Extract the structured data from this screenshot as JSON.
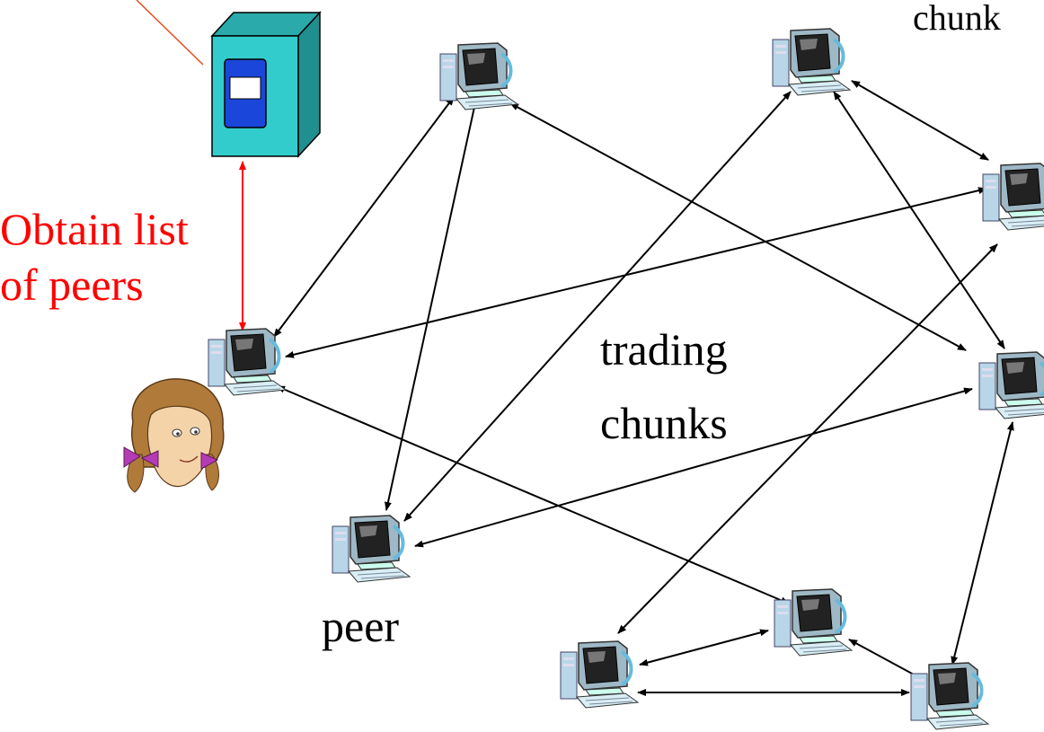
{
  "labels": {
    "top_right": "chunk",
    "obtain_line1": "Obtain list",
    "obtain_line2": "of peers",
    "trading_line1": "trading",
    "trading_line2": "chunks",
    "peer": "peer"
  },
  "colors": {
    "tracker_arrow": "#ff0000",
    "link": "#000000",
    "server_face": "#33cccc",
    "server_panel": "#1a47d9"
  },
  "icons": {
    "server": "tracker-server-icon",
    "computer": "computer-icon",
    "user": "alice-user-icon"
  }
}
